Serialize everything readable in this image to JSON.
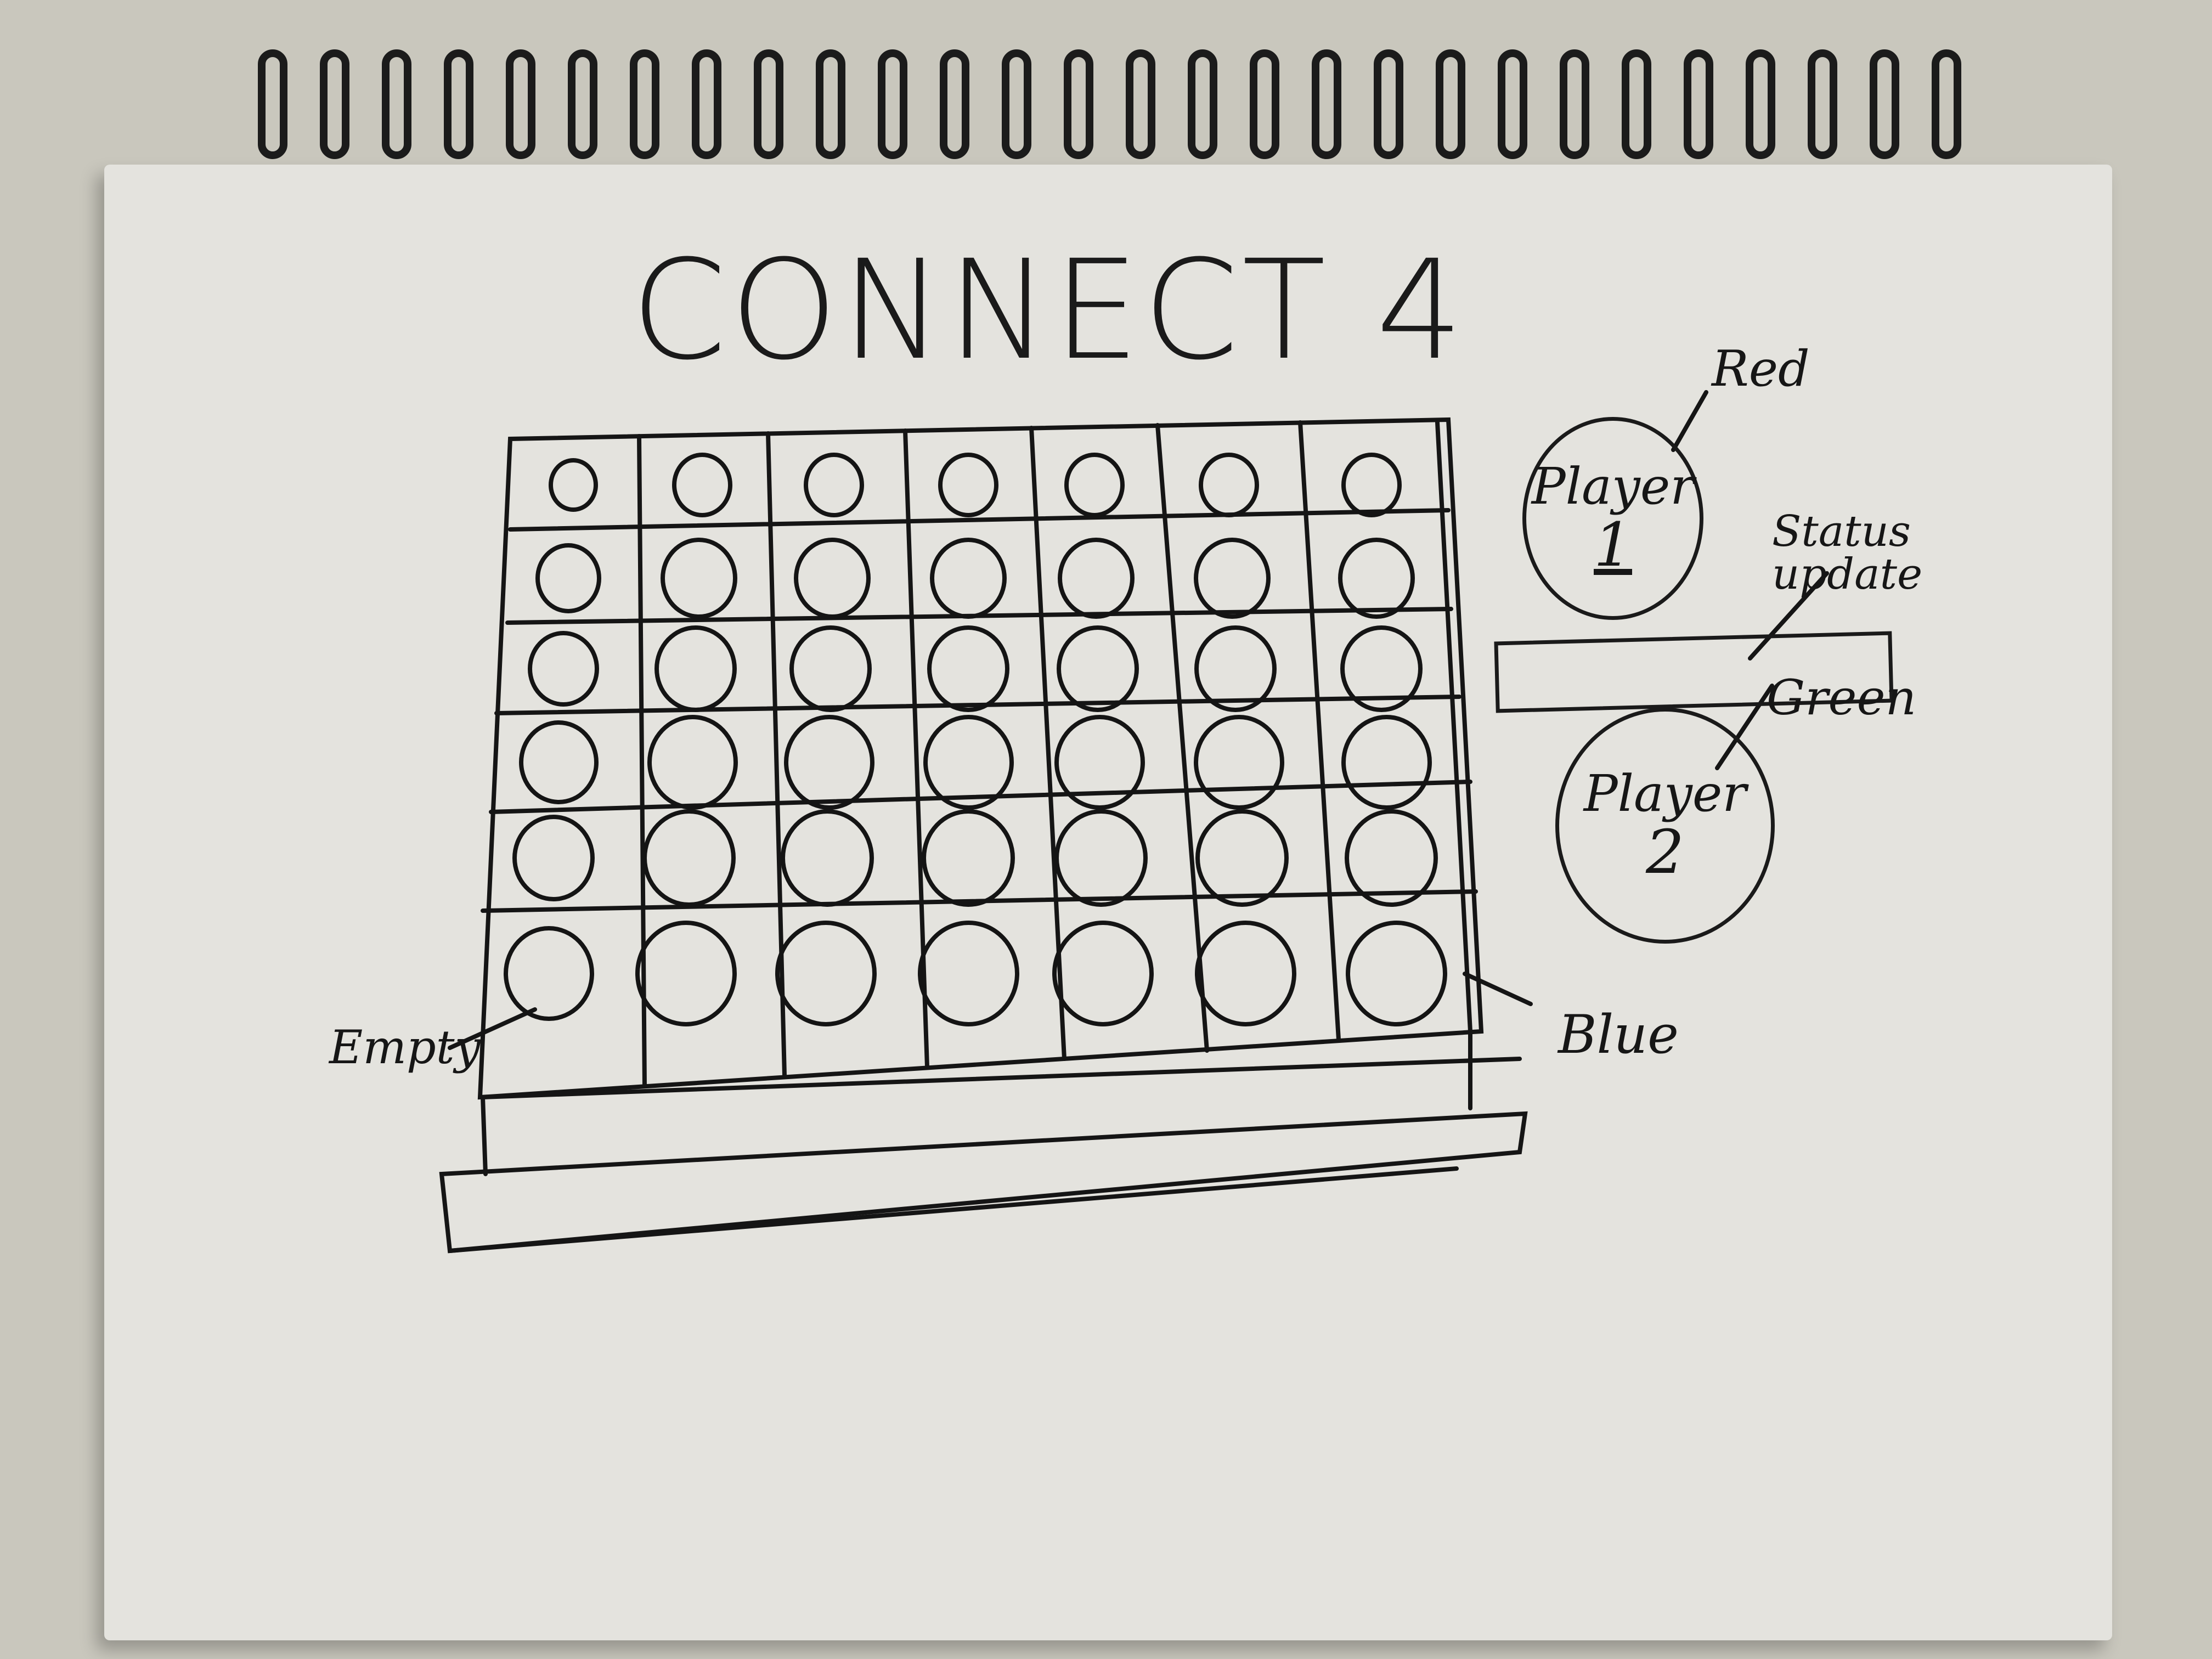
{
  "title": "CONNECT 4",
  "annotations": {
    "red": "Red",
    "status_update": "Status update",
    "green": "Green",
    "empty": "Empty",
    "blue": "Blue"
  },
  "player1": {
    "label": "Player",
    "number": "1"
  },
  "player2": {
    "label": "Player",
    "number": "2"
  },
  "board": {
    "rows": 6,
    "columns": 7
  },
  "colors": {
    "paper": "#e4e3de",
    "ink": "#1a1a1a",
    "background": "#c9c7bd"
  }
}
